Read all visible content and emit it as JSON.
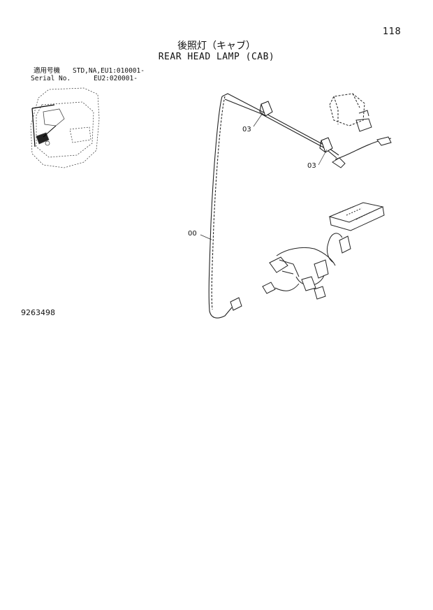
{
  "header": {
    "page_number": "118",
    "title_jp": "後照灯（キャブ）",
    "title_en": "REAR HEAD LAMP (CAB)"
  },
  "serial": {
    "label_jp": "適用号機",
    "label_en": "Serial No.",
    "value_1": "STD,NA,EU1:010001-",
    "value_2": "EU2:020001-"
  },
  "callouts": {
    "clip_1": "03",
    "clip_2": "03",
    "harness": "00"
  },
  "footer": {
    "doc_number": "9263498"
  }
}
